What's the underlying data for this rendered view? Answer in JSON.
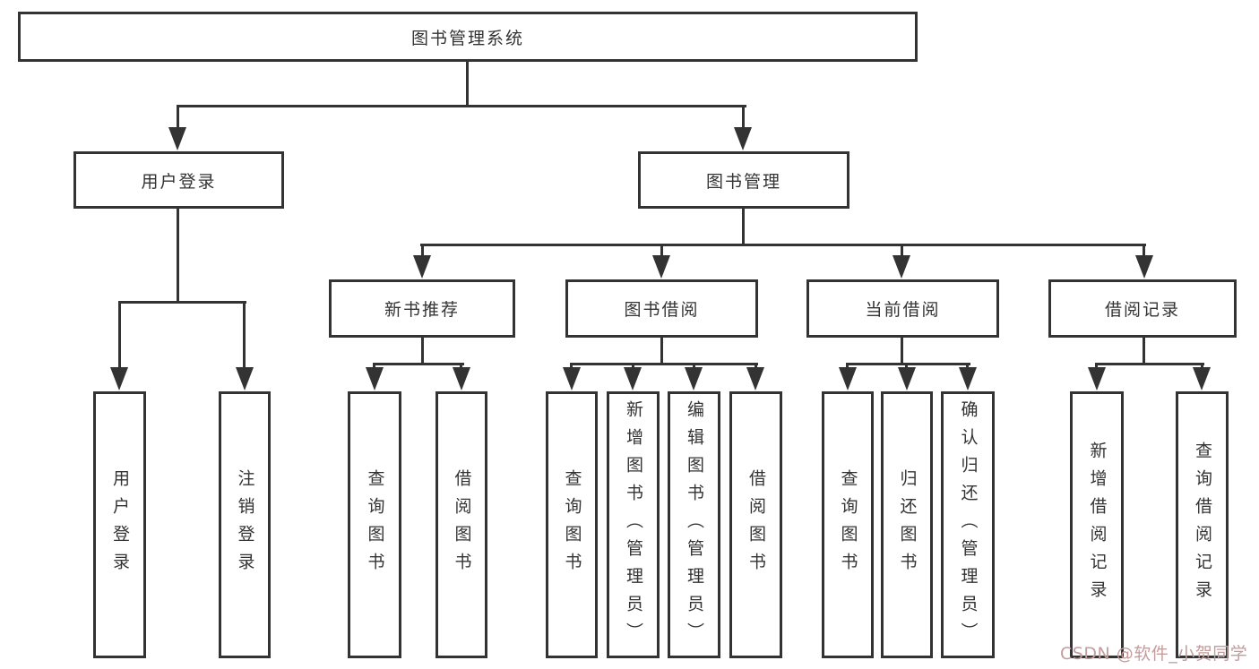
{
  "colors": {
    "line": "#333333",
    "text": "#333333",
    "box_fill": "#ffffff",
    "background": "#ffffff",
    "watermark": "#c49c9c"
  },
  "root": {
    "label": "图书管理系统"
  },
  "level2": [
    {
      "label": "用户登录"
    },
    {
      "label": "图书管理"
    }
  ],
  "level3": [
    {
      "label": "新书推荐",
      "parent": "图书管理"
    },
    {
      "label": "图书借阅",
      "parent": "图书管理"
    },
    {
      "label": "当前借阅",
      "parent": "图书管理"
    },
    {
      "label": "借阅记录",
      "parent": "图书管理"
    }
  ],
  "leaves": [
    {
      "label": "用户登录",
      "parent": "用户登录"
    },
    {
      "label": "注销登录",
      "parent": "用户登录"
    },
    {
      "label": "查询图书",
      "parent": "新书推荐"
    },
    {
      "label": "借阅图书",
      "parent": "新书推荐"
    },
    {
      "label": "查询图书",
      "parent": "图书借阅"
    },
    {
      "label": "新增图书（管理员）",
      "parent": "图书借阅"
    },
    {
      "label": "编辑图书（管理员）",
      "parent": "图书借阅"
    },
    {
      "label": "借阅图书",
      "parent": "图书借阅"
    },
    {
      "label": "查询图书",
      "parent": "当前借阅"
    },
    {
      "label": "归还图书",
      "parent": "当前借阅"
    },
    {
      "label": "确认归还（管理员）",
      "parent": "当前借阅"
    },
    {
      "label": "新增借阅记录",
      "parent": "借阅记录"
    },
    {
      "label": "查询借阅记录",
      "parent": "借阅记录"
    }
  ],
  "watermark": {
    "text": "CSDN @软件_小贺同学"
  }
}
